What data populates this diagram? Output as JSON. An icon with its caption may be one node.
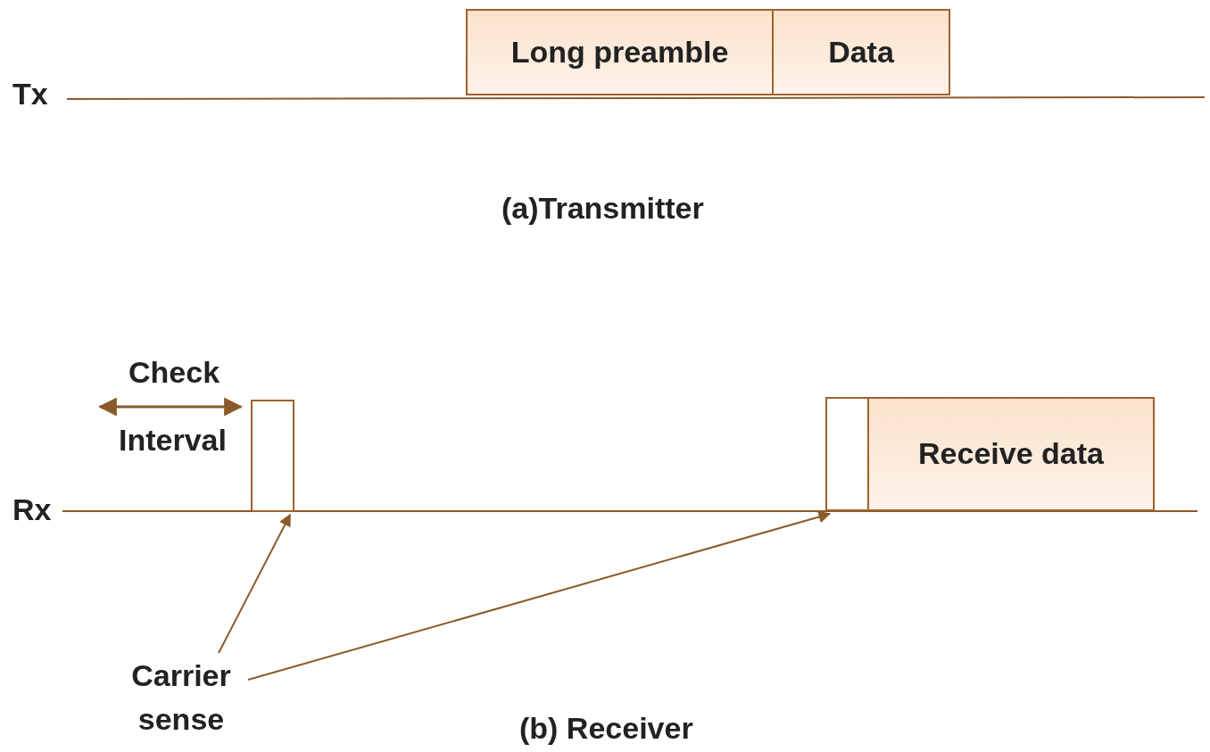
{
  "diagram": {
    "nodes": [
      {
        "text": [
          "Long preamble"
        ]
      },
      {
        "text": [
          "Data"
        ]
      },
      {
        "text": [],
        "shape": "box"
      },
      {
        "text": [],
        "shape": "box"
      },
      {
        "text": [
          "Receive data"
        ]
      },
      {
        "text": [
          "Carrier sense"
        ]
      }
    ],
    "edges": [
      {
        "from": 5,
        "to": 2,
        "arrow": "to"
      },
      {
        "from": 5,
        "to": 3,
        "arrow": "to"
      }
    ],
    "labels": [
      "Tx",
      "(a)Transmitter",
      "Check",
      "Interval",
      "Rx",
      "(b) Receiver"
    ]
  }
}
